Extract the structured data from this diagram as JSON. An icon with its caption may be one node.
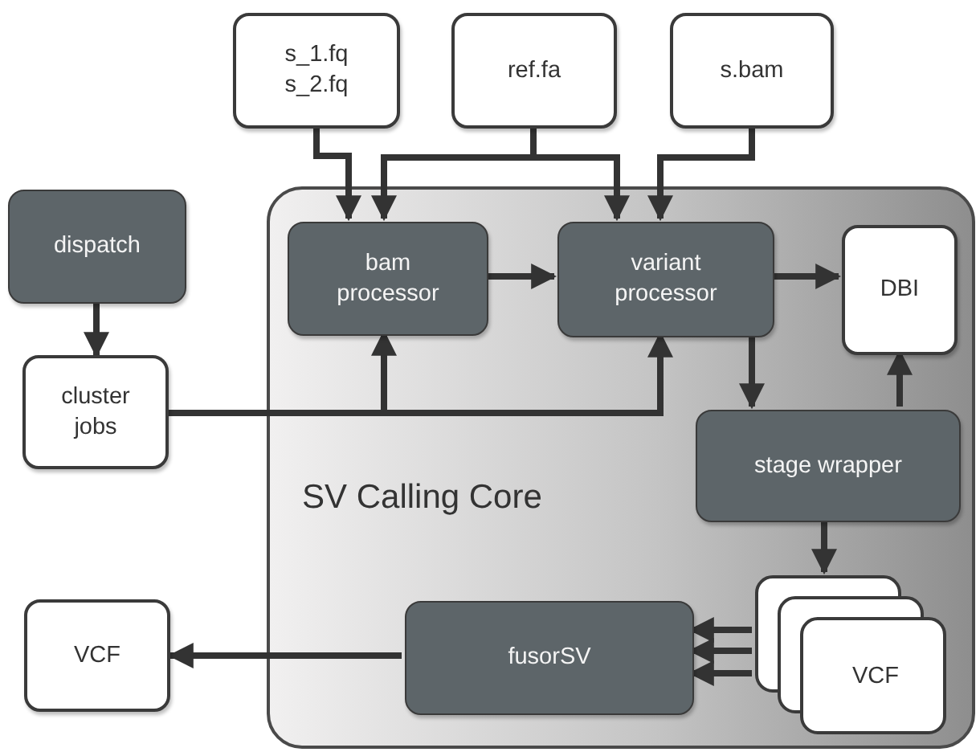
{
  "diagram": {
    "nodes": [
      {
        "text": [
          "s_1.fq s_2.fq"
        ]
      },
      {
        "text": [
          "ref.fa"
        ]
      },
      {
        "text": [
          "s.bam"
        ]
      },
      {
        "text": [
          "dispatch"
        ]
      },
      {
        "text": [
          "cluster jobs"
        ]
      },
      {
        "text": [
          "SV Calling Core"
        ]
      },
      {
        "text": [
          "bam processor"
        ],
        "in": 5
      },
      {
        "text": [
          "variant processor"
        ],
        "in": 5
      },
      {
        "text": [
          "DBI"
        ],
        "in": 5
      },
      {
        "text": [
          "stage wrapper"
        ],
        "in": 5
      },
      {
        "text": [
          "VCF"
        ],
        "in": 5
      },
      {
        "text": [
          "fusorSV"
        ],
        "in": 5
      },
      {
        "text": [
          "VCF"
        ]
      }
    ],
    "edges": [
      {
        "from": 0,
        "to": 6,
        "arrow": "to"
      },
      {
        "from": 1,
        "to": 6,
        "arrow": "to"
      },
      {
        "from": 1,
        "to": 7,
        "arrow": "to"
      },
      {
        "from": 2,
        "to": 7,
        "arrow": "to"
      },
      {
        "from": 3,
        "to": 4,
        "arrow": "to"
      },
      {
        "from": 4,
        "to": 6,
        "arrow": "to"
      },
      {
        "from": 4,
        "to": 7,
        "arrow": "to"
      },
      {
        "from": 6,
        "to": 7,
        "arrow": "to"
      },
      {
        "from": 7,
        "to": 8,
        "arrow": "to"
      },
      {
        "from": 7,
        "to": 9,
        "arrow": "to"
      },
      {
        "from": 9,
        "to": 8,
        "arrow": "to"
      },
      {
        "from": 9,
        "to": 10,
        "arrow": "to"
      },
      {
        "from": 10,
        "to": 11,
        "arrow": "to"
      },
      {
        "from": 10,
        "to": 11,
        "arrow": "to"
      },
      {
        "from": 10,
        "to": 11,
        "arrow": "to"
      },
      {
        "from": 11,
        "to": 12,
        "arrow": "to"
      }
    ]
  }
}
